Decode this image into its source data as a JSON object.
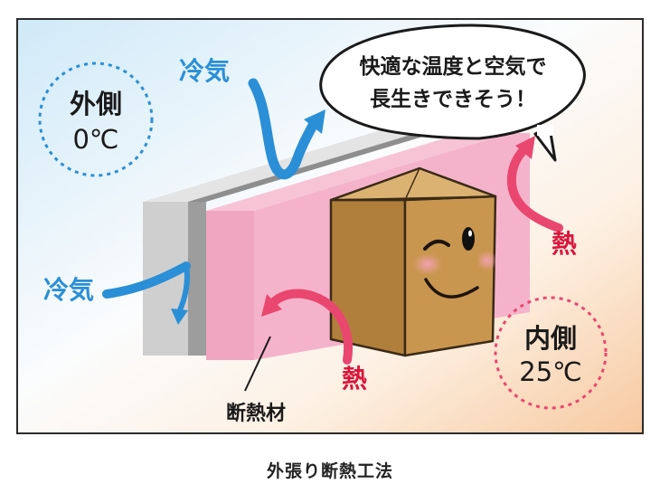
{
  "outside": {
    "line1": "外側",
    "line2": "0℃"
  },
  "inside": {
    "line1": "内側",
    "line2": "25℃"
  },
  "cold_air_top": "冷気",
  "cold_air_left": "冷気",
  "heat_right": "熱",
  "heat_bottom": "熱",
  "speech": {
    "line1": "快適な温度と空気で",
    "line2": "長生きできそう！"
  },
  "insulation_label": "断熱材",
  "caption": "外張り断熱工法",
  "colors": {
    "cold_blue": "#2a8fd6",
    "heat_pink": "#e9476f",
    "heat_red": "#d9163c",
    "insulation_pink": "#f4b3cb",
    "box_brown": "#c9964f"
  }
}
